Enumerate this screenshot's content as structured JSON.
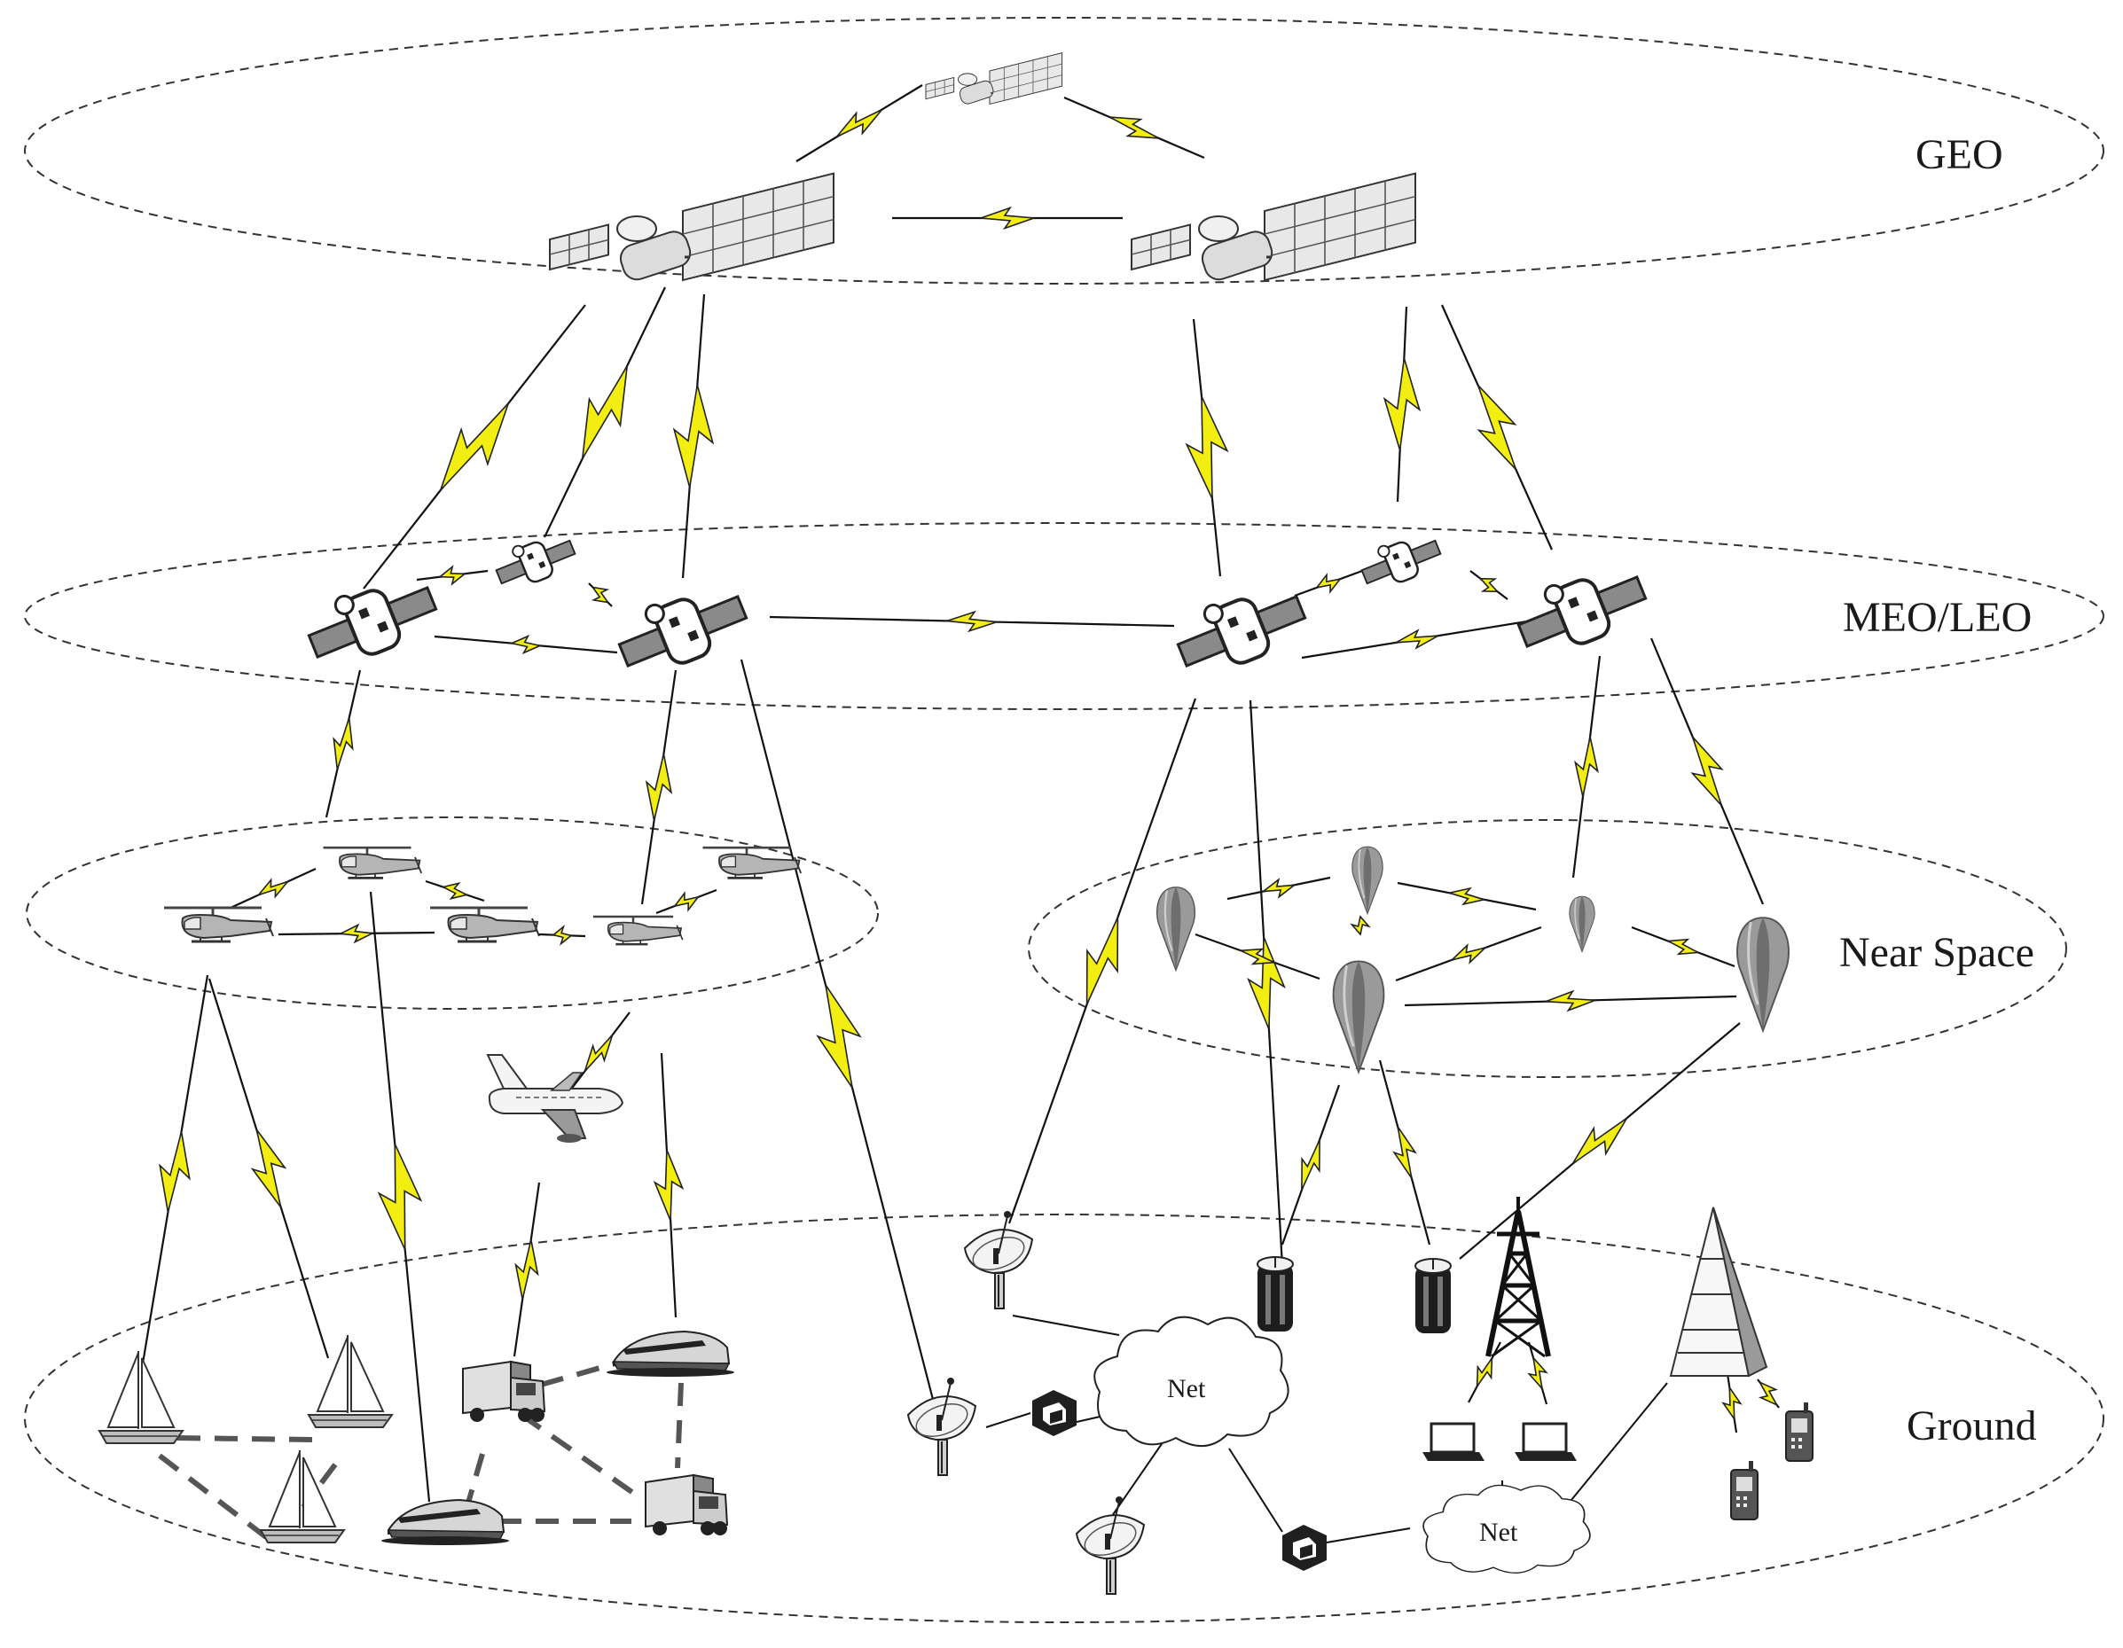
{
  "layers": {
    "geo": "GEO",
    "meo_leo": "MEO/LEO",
    "near_space": "Near Space",
    "ground": "Ground"
  },
  "clouds": {
    "net_left": "Net",
    "net_right": "Net"
  },
  "colors": {
    "bolt_fill": "#f2ee12",
    "ring_stroke": "#333333",
    "satellite_panel": "#e6e6e6",
    "leo_satellite": "#8a8a8a",
    "balloon": "#9a9a9a"
  }
}
